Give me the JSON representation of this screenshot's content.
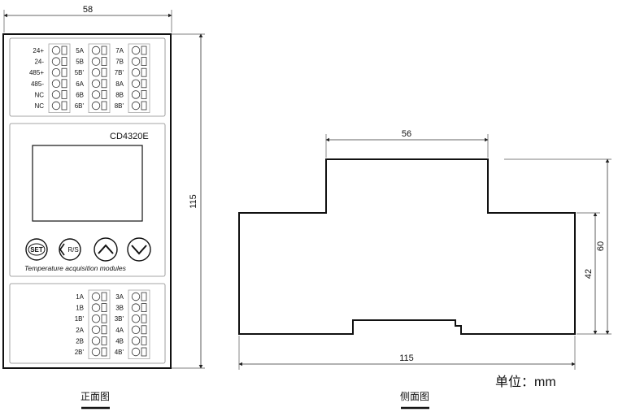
{
  "front": {
    "dim_width": "58",
    "dim_height": "115",
    "model": "CD4320E",
    "tagline": "Temperature acquisition modules",
    "keys": {
      "set": "SET",
      "rs": "R/S"
    },
    "top_terminals": [
      [
        "24+",
        "24-",
        "485+",
        "485-",
        "NC",
        "NC"
      ],
      [
        "5A",
        "5B",
        "5B'",
        "6A",
        "6B",
        "6B'"
      ],
      [
        "7A",
        "7B",
        "7B'",
        "8A",
        "8B",
        "8B'"
      ]
    ],
    "bottom_terminals": [
      [
        "1A",
        "1B",
        "1B'",
        "2A",
        "2B",
        "2B'"
      ],
      [
        "3A",
        "3B",
        "3B'",
        "4A",
        "4B",
        "4B'"
      ]
    ],
    "caption": "正面图"
  },
  "side": {
    "dim_top": "56",
    "dim_bottom": "115",
    "dim_right_inner": "42",
    "dim_right_outer": "60",
    "caption": "侧面图"
  },
  "unit_label": "单位：mm"
}
